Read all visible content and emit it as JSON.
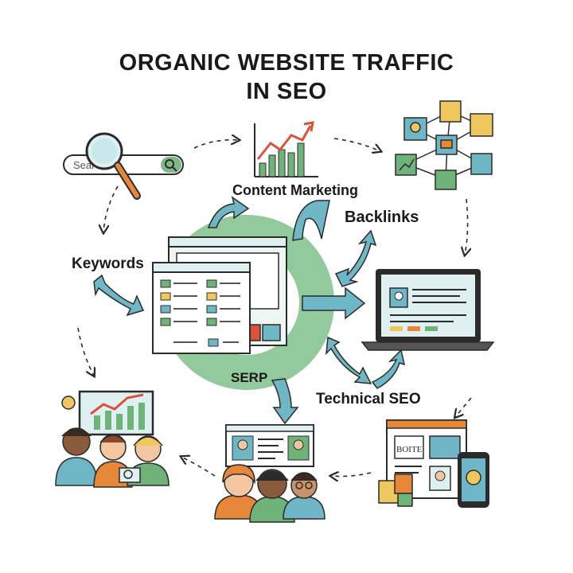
{
  "title": {
    "line1": "ORGANIC WEBSITE TRAFFIC",
    "line2": "IN SEO"
  },
  "labels": {
    "content_marketing": "Content Marketing",
    "backlinks": "Backlinks",
    "keywords": "Keywords",
    "serp": "SERP",
    "technical_seo": "Technical SEO"
  },
  "search": {
    "placeholder": "Search"
  },
  "mockup": {
    "site_heading": "BOITE"
  },
  "colors": {
    "teal": "#6fb7c7",
    "green": "#6fb37b",
    "ring": "#7fc08c",
    "orange": "#e6873a",
    "red": "#d9533a",
    "yellow": "#f0c75e",
    "outline": "#2b2b2b",
    "screen": "#dff0f3"
  },
  "icons": [
    "search-icon",
    "magnifier-icon",
    "growth-chart-icon",
    "network-icon",
    "laptop-icon",
    "browser-window-icon",
    "people-icon",
    "phone-icon"
  ]
}
